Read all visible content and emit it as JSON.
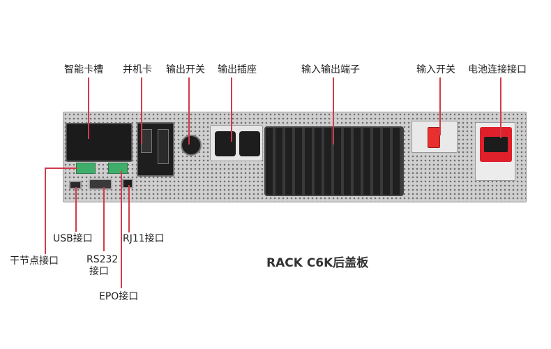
{
  "labels": {
    "smart_card_slot": "智能卡槽",
    "parallel_card": "并机卡",
    "output_switch": "输出开关",
    "output_socket": "输出插座",
    "io_terminal": "输入输出端子",
    "input_switch": "输入开关",
    "battery_port": "电池连接接口",
    "usb_port": "USB接口",
    "rj11_port": "RJ11接口",
    "dry_contact_port": "干节点接口",
    "rs232_line1": "RS232",
    "rs232_line2": "接口",
    "epo_port": "EPO接口"
  },
  "caption": "RACK C6K后盖板",
  "colors": {
    "callout": "#d23a4a",
    "battery_connector": "#e0202a",
    "switch_red": "#e8302e"
  }
}
